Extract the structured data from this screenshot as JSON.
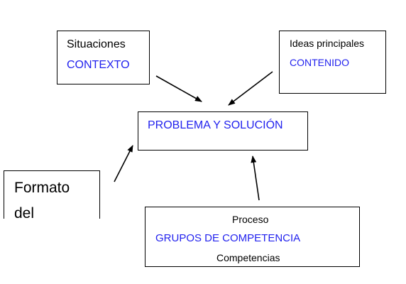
{
  "diagram": {
    "nodes": {
      "situaciones": {
        "line1": "Situaciones",
        "line2": "CONTEXTO"
      },
      "ideas": {
        "line1": "Ideas principales",
        "line2": "CONTENIDO"
      },
      "problema": {
        "label": "PROBLEMA Y SOLUCIÓN"
      },
      "formato": {
        "line1": "Formato",
        "line2": "del"
      },
      "proceso": {
        "line1": "Proceso",
        "line2": "GRUPOS DE COMPETENCIA",
        "line3": "Competencias"
      }
    },
    "edges": [
      {
        "from": "situaciones",
        "to": "problema"
      },
      {
        "from": "ideas",
        "to": "problema"
      },
      {
        "from": "formato",
        "to": "problema"
      },
      {
        "from": "proceso",
        "to": "problema"
      }
    ],
    "colors": {
      "text": "#000000",
      "accent_text": "#2222ee",
      "border": "#000000",
      "arrow": "#000000"
    }
  }
}
